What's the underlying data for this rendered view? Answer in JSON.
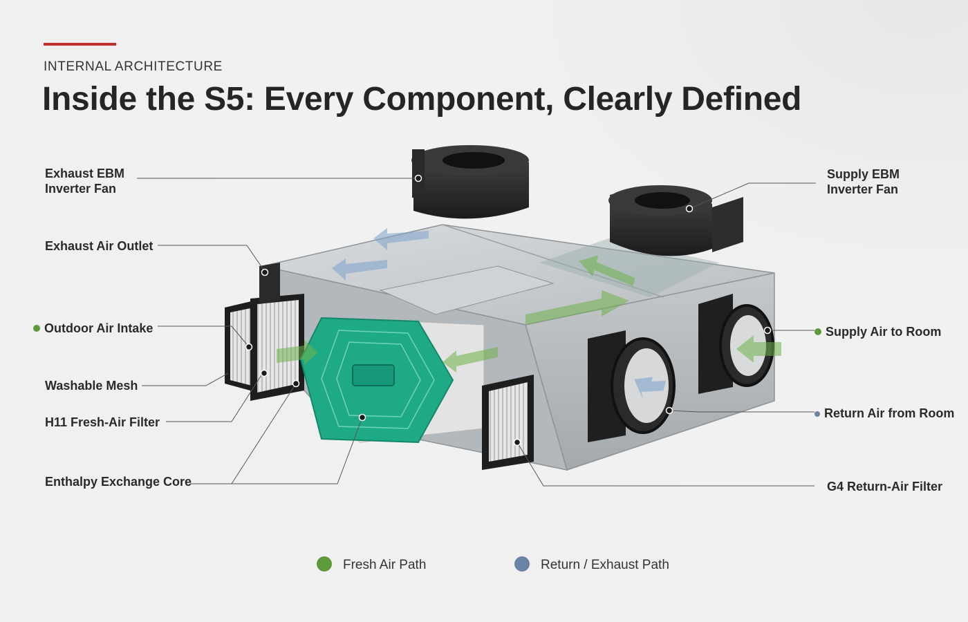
{
  "header": {
    "eyebrow": "INTERNAL ARCHITECTURE",
    "title": "Inside the S5: Every Component, Clearly Defined"
  },
  "colors": {
    "accent": "#c0302a",
    "fresh": "#5d9a3c",
    "return": "#6a84a6",
    "core": "#1faa86",
    "housing": "#c9cdd0",
    "fan": "#2b2b2b"
  },
  "callouts": {
    "exhaust_fan_line1": "Exhaust EBM",
    "exhaust_fan_line2": "Inverter Fan",
    "exhaust_outlet": "Exhaust Air Outlet",
    "outdoor_intake": "Outdoor Air Intake",
    "washable_mesh": "Washable Mesh",
    "h11_filter": "H11 Fresh-Air Filter",
    "enthalpy_core": "Enthalpy Exchange Core",
    "supply_fan_line1": "Supply EBM",
    "supply_fan_line2": "Inverter Fan",
    "supply_air": "Supply Air to Room",
    "return_air": "Return Air from Room",
    "g4_filter": "G4 Return-Air Filter"
  },
  "legend": {
    "fresh": "Fresh Air Path",
    "return": "Return / Exhaust Path"
  },
  "icons": [
    "fresh-air-dot-icon",
    "return-air-dot-icon"
  ]
}
